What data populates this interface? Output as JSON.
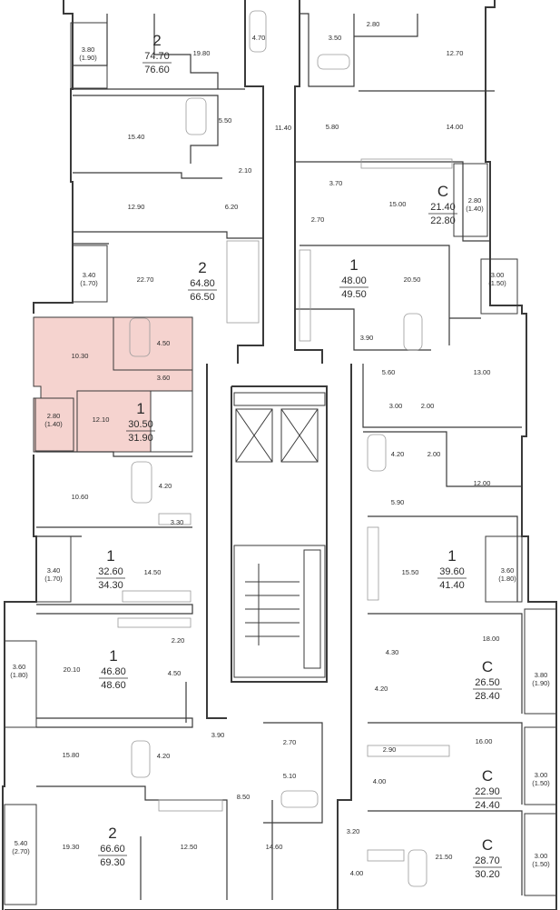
{
  "apartments": [
    {
      "rooms": "2",
      "area_living": "74.70",
      "area_total": "76.60",
      "highlight": false
    },
    {
      "rooms": "C",
      "area_living": "21.40",
      "area_total": "22.80",
      "highlight": false
    },
    {
      "rooms": "2",
      "area_living": "64.80",
      "area_total": "66.50",
      "highlight": false
    },
    {
      "rooms": "1",
      "area_living": "48.00",
      "area_total": "49.50",
      "highlight": false
    },
    {
      "rooms": "1",
      "area_living": "30.50",
      "area_total": "31.90",
      "highlight": true
    },
    {
      "rooms": "1",
      "area_living": "32.60",
      "area_total": "34.30",
      "highlight": false
    },
    {
      "rooms": "1",
      "area_living": "39.60",
      "area_total": "41.40",
      "highlight": false
    },
    {
      "rooms": "1",
      "area_living": "46.80",
      "area_total": "48.60",
      "highlight": false
    },
    {
      "rooms": "C",
      "area_living": "26.50",
      "area_total": "28.40",
      "highlight": false
    },
    {
      "rooms": "C",
      "area_living": "22.90",
      "area_total": "24.40",
      "highlight": false
    },
    {
      "rooms": "2",
      "area_living": "66.60",
      "area_total": "69.30",
      "highlight": false
    },
    {
      "rooms": "C",
      "area_living": "28.70",
      "area_total": "30.20",
      "highlight": false
    }
  ],
  "room_areas": [
    "19.80",
    "4.70",
    "3.50",
    "2.80",
    "12.70",
    "15.40",
    "5.50",
    "11.40",
    "5.80",
    "14.00",
    "2.10",
    "3.70",
    "15.00",
    "12.90",
    "6.20",
    "2.70",
    "22.70",
    "20.50",
    "10.30",
    "4.50",
    "3.60",
    "3.90",
    "5.60",
    "13.00",
    "12.10",
    "3.00",
    "2.00",
    "4.20",
    "2.00",
    "10.60",
    "4.20",
    "12.00",
    "3.30",
    "5.90",
    "14.50",
    "15.50",
    "18.00",
    "20.10",
    "2.20",
    "4.30",
    "4.50",
    "4.20",
    "15.80",
    "4.20",
    "3.90",
    "2.70",
    "16.00",
    "2.90",
    "5.10",
    "4.00",
    "8.50",
    "3.20",
    "19.30",
    "12.50",
    "14.60",
    "21.50",
    "4.00"
  ],
  "balconies": [
    {
      "area": "3.80",
      "reduced": "(1.90)"
    },
    {
      "area": "2.80",
      "reduced": "(1.40)"
    },
    {
      "area": "3.40",
      "reduced": "(1.70)"
    },
    {
      "area": "3.00",
      "reduced": "(1.50)"
    },
    {
      "area": "2.80",
      "reduced": "(1.40)"
    },
    {
      "area": "3.40",
      "reduced": "(1.70)"
    },
    {
      "area": "3.60",
      "reduced": "(1.80)"
    },
    {
      "area": "3.60",
      "reduced": "(1.80)"
    },
    {
      "area": "3.80",
      "reduced": "(1.90)"
    },
    {
      "area": "3.00",
      "reduced": "(1.50)"
    },
    {
      "area": "5.40",
      "reduced": "(2.70)"
    },
    {
      "area": "3.00",
      "reduced": "(1.50)"
    }
  ],
  "colors": {
    "wall": "#3a3a3a",
    "highlight": "#f5d3cf",
    "fixture": "#9a9a9a"
  }
}
